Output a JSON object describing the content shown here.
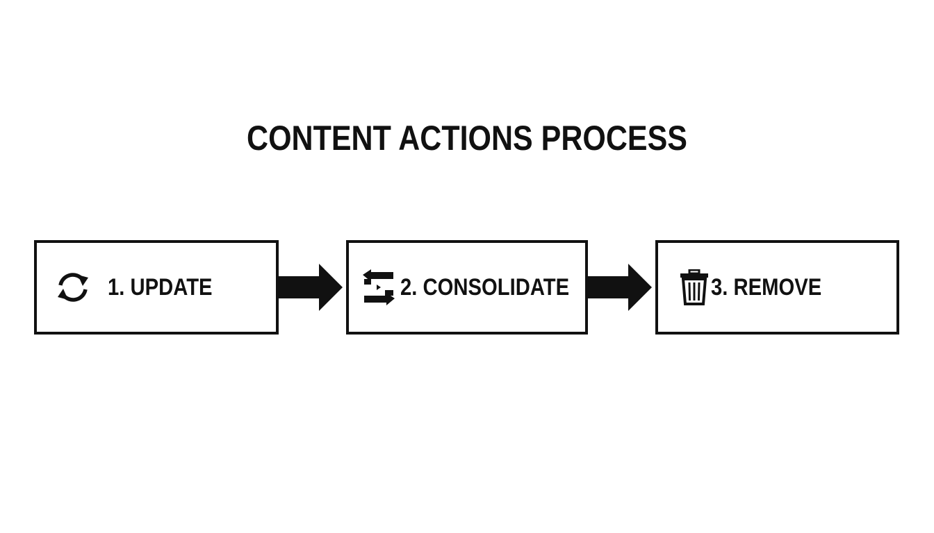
{
  "title": "CONTENT ACTIONS PROCESS",
  "steps": [
    {
      "label": "1. UPDATE",
      "icon": "refresh-icon"
    },
    {
      "label": "2. CONSOLIDATE",
      "icon": "merge-arrows-icon"
    },
    {
      "label": "3. REMOVE",
      "icon": "trash-icon"
    }
  ],
  "colors": {
    "stroke": "#111111",
    "background": "#ffffff"
  }
}
